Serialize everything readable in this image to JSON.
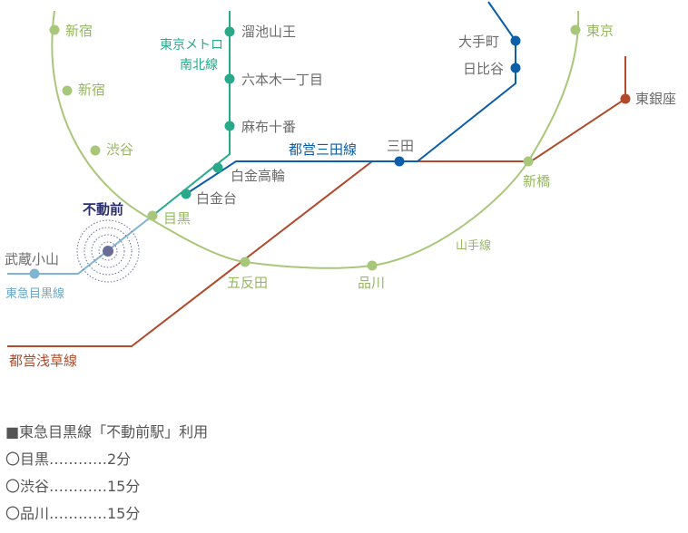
{
  "colors": {
    "yamanote": "#a9c77a",
    "nanboku": "#27a98a",
    "mita": "#0a5fa8",
    "meguro": "#7fb4d3",
    "asakusa": "#b04a2a",
    "home": "#6a6d98"
  },
  "lines": {
    "nanboku": "東京メトロ\n南北線",
    "nanboku_line1": "東京メトロ",
    "nanboku_line2": "南北線",
    "mita": "都営三田線",
    "yamanote": "山手線",
    "meguro": "東急目黒線",
    "asakusa": "都営浅草線"
  },
  "stations": {
    "shinjuku_top": "新宿",
    "shinjuku": "新宿",
    "shibuya": "渋谷",
    "meguro": "目黒",
    "gotanda": "五反田",
    "shinagawa": "品川",
    "shinbashi": "新橋",
    "tokyo": "東京",
    "tameike": "溜池山王",
    "roppongi": "六本木一丁目",
    "azabu": "麻布十番",
    "shirokanetakanawa": "白金高輪",
    "shirokanedai": "白金台",
    "mita": "三田",
    "otemachi": "大手町",
    "hibiya": "日比谷",
    "higashiginza": "東銀座",
    "musashikoyama": "武蔵小山",
    "fudomae": "不動前"
  },
  "info": {
    "title": "■東急目黒線「不動前駅」利用",
    "routes": [
      "〇目黒…………2分",
      "〇渋谷…………15分",
      "〇品川…………15分"
    ]
  }
}
